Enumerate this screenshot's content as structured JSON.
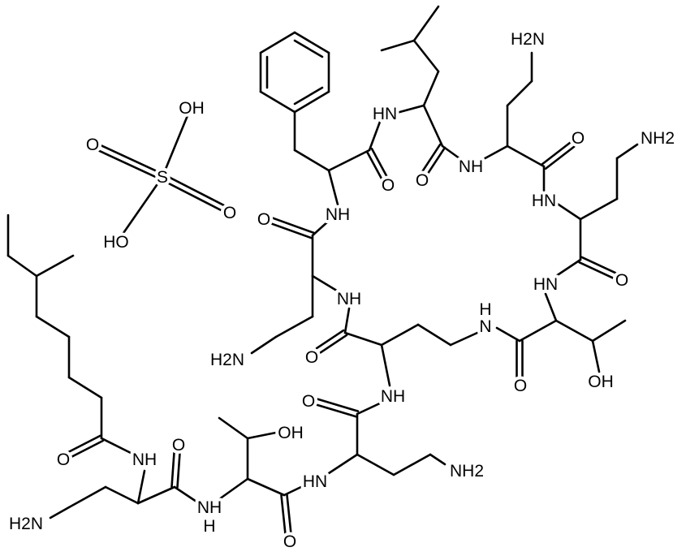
{
  "molecule": {
    "atom_labels": [
      "OH",
      "O",
      "S",
      "O",
      "HO",
      "HN",
      "O",
      "O",
      "NH",
      "H2N",
      "O",
      "NH2",
      "HN",
      "NH",
      "O",
      "HN",
      "O",
      "NH",
      "H",
      "N",
      "H2N",
      "O",
      "O",
      "OH",
      "NH",
      "O",
      "OH",
      "O",
      "NH",
      "O",
      "HN",
      "NH2",
      "NH",
      "H",
      "H2N",
      "O"
    ],
    "colors": {
      "bond": "#000000",
      "label": "#000000"
    }
  }
}
